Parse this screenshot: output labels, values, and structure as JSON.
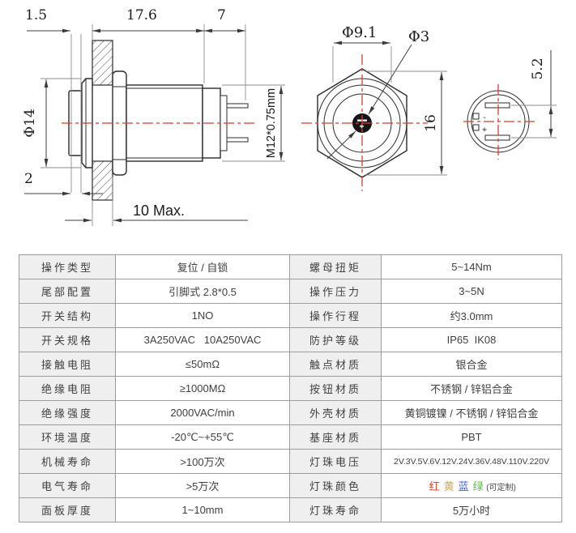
{
  "drawing": {
    "side_view": {
      "dim_cap": "1.5",
      "dim_body": "17.6",
      "dim_pins": "7",
      "dim_flange_dia": "Φ14",
      "dim_bezel": "2",
      "dim_panel_thickness": "10 Max.",
      "dim_thread": "M12*0.75mm"
    },
    "front_view": {
      "dim_button_dia": "Φ9.1",
      "dim_led_dia": "Φ3",
      "dim_hex": "16"
    },
    "rear_view": {
      "dim_pin_pitch": "5.2",
      "minus_label": "-",
      "plus_label": "+"
    }
  },
  "table": {
    "left_rows": [
      {
        "label": "操作类型",
        "value": "复位 / 自锁"
      },
      {
        "label": "尾部配置",
        "value": "引脚式 2.8*0.5"
      },
      {
        "label": "开关结构",
        "value": "1NO"
      },
      {
        "label": "开关规格",
        "value": "3A250VAC   10A250VAC"
      },
      {
        "label": "接触电阻",
        "value": "≤50mΩ"
      },
      {
        "label": "绝缘电阻",
        "value": "≥1000MΩ"
      },
      {
        "label": "绝缘强度",
        "value": "2000VAC/min"
      },
      {
        "label": "环境温度",
        "value": "-20℃~+55℃"
      },
      {
        "label": "机械寿命",
        "value": ">100万次"
      },
      {
        "label": "电气寿命",
        "value": ">5万次"
      },
      {
        "label": "面板厚度",
        "value": "1~10mm"
      }
    ],
    "right_rows": [
      {
        "label": "螺母扭矩",
        "value": "5~14Nm"
      },
      {
        "label": "操作压力",
        "value": "3~5N"
      },
      {
        "label": "操作行程",
        "value": "约3.0mm"
      },
      {
        "label": "防护等级",
        "value": "IP65  IK08"
      },
      {
        "label": "触点材质",
        "value": "银合金"
      },
      {
        "label": "按钮材质",
        "value": "不锈钢 / 锌铝合金"
      },
      {
        "label": "外壳材质",
        "value": "黄铜镀镍 / 不锈钢 / 锌铝合金"
      },
      {
        "label": "基座材质",
        "value": "PBT"
      },
      {
        "label": "灯珠电压",
        "value": "2V.3V.5V.6V.12V.24V.36V.48V.110V.220V",
        "small": true
      },
      {
        "label": "灯珠颜色",
        "parts": [
          {
            "text": "红",
            "color": "#e8432f"
          },
          {
            "text": "黄",
            "color": "#f2a12e"
          },
          {
            "text": "蓝",
            "color": "#3d64d8"
          },
          {
            "text": "绿",
            "color": "#59b94c"
          }
        ],
        "suffix": "(可定制)"
      },
      {
        "label": "灯珠寿命",
        "value": "5万小时"
      }
    ]
  },
  "colors": {
    "centerline_red": "#e23b2e",
    "table_border": "#9c9c9c",
    "label_cell_bg": "#efefef"
  }
}
